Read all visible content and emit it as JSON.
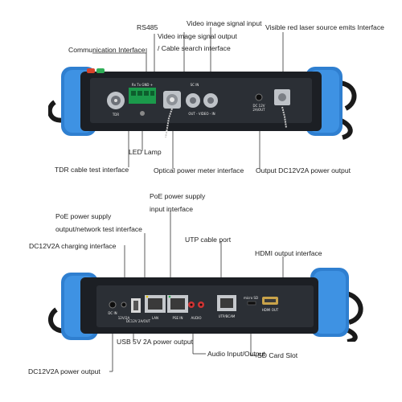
{
  "top_labels": {
    "rs485": "RS485",
    "video_input": "Video image signal input",
    "video_output_1": "Video image signal output",
    "video_output_2": "/ Cable search interface",
    "red_laser": "Visible red laser source emits Interface",
    "communication": "Communication Interface",
    "led_lamp": "LED Lamp",
    "tdr": "TDR cable test interface",
    "optical_power": "Optical power meter interface",
    "output_dc": "Output DC12V2A power output"
  },
  "bottom_labels": {
    "poe_input_1": "PoE power supply",
    "poe_input_2": "input interface",
    "poe_output_1": "PoE power supply",
    "poe_output_2": "output/network test interface",
    "dc_charging": "DC12V2A charging interface",
    "utp_port": "UTP cable port",
    "hdmi_output": "HDMI output interface",
    "sd_card": "SD Card Slot",
    "usb": "USB 5V 2A power output",
    "audio": "Audio Input/Output",
    "dc_output": "DC12V2A power output"
  },
  "panel_text": {
    "tdr": "TDR",
    "rs485_pins": "Rx Tx GND +",
    "scin": "SC IN",
    "video": "OUT - VIDEO - IN",
    "dc12v": "DC 12V",
    "dcout": "2A/OUT",
    "lan": "LAN",
    "psein": "PSE IN",
    "audio": "AUDIO",
    "utp": "UTP/BCAM",
    "microsd": "micro SD",
    "hdmi": "HDMI OUT",
    "dcin": "DC IN",
    "dc12v2a": "DC12V 2A/OUT",
    "dc12v_small": "12V/2A"
  },
  "colors": {
    "bumper": "#2f7fd0",
    "body": "#1c1f24",
    "panel": "#2b2f35",
    "connector_green": "#1b9a4b",
    "metal": "#bfc3c8"
  }
}
